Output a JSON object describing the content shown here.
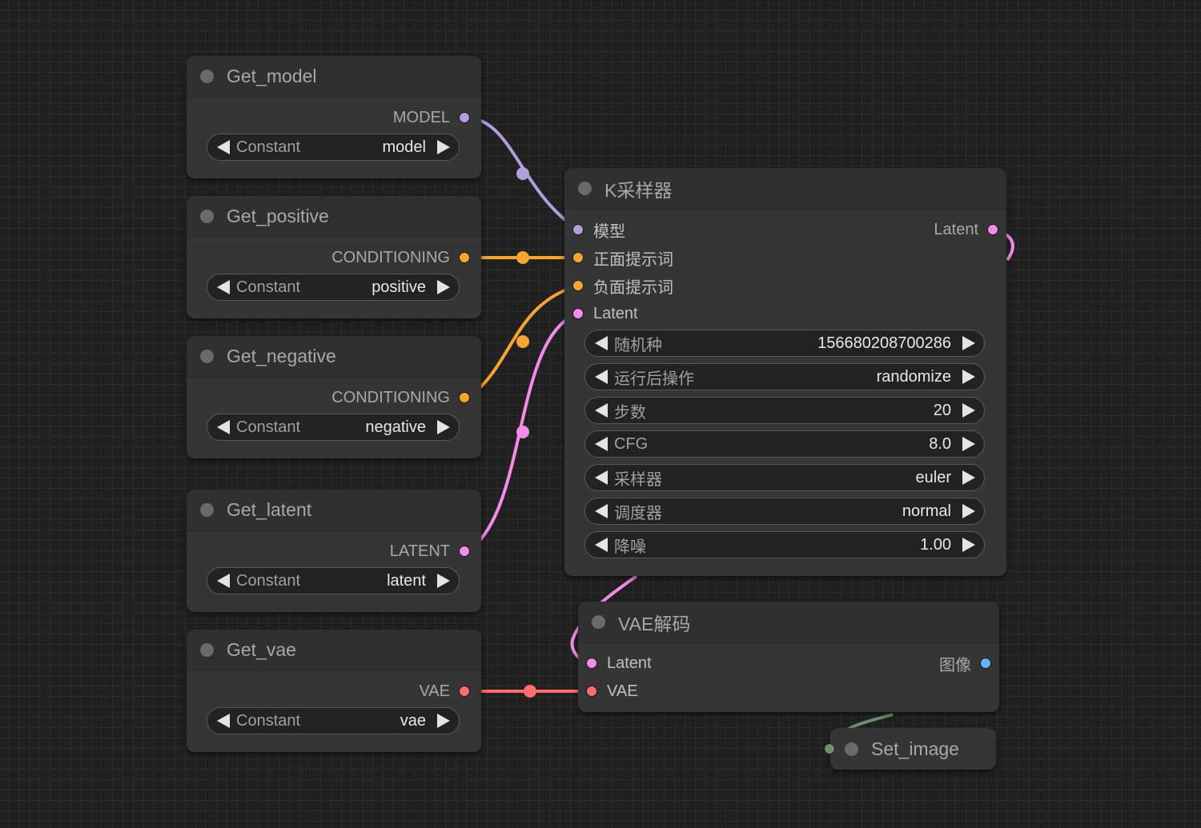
{
  "colors": {
    "model": "#b39ddb",
    "conditioning": "#f7a52f",
    "latent": "#f38bea",
    "vae": "#ff6e6e",
    "image": "#64b5f6",
    "set_image": "#6f8f6f"
  },
  "get_nodes": [
    {
      "title": "Get_model",
      "output": "MODEL",
      "widget_label": "Constant",
      "widget_value": "model"
    },
    {
      "title": "Get_positive",
      "output": "CONDITIONING",
      "widget_label": "Constant",
      "widget_value": "positive"
    },
    {
      "title": "Get_negative",
      "output": "CONDITIONING",
      "widget_label": "Constant",
      "widget_value": "negative"
    },
    {
      "title": "Get_latent",
      "output": "LATENT",
      "widget_label": "Constant",
      "widget_value": "latent"
    },
    {
      "title": "Get_vae",
      "output": "VAE",
      "widget_label": "Constant",
      "widget_value": "vae"
    }
  ],
  "ksampler": {
    "title": "K采样器",
    "inputs": [
      "模型",
      "正面提示词",
      "负面提示词",
      "Latent"
    ],
    "output": "Latent",
    "widgets": [
      {
        "label": "随机种",
        "value": "156680208700286"
      },
      {
        "label": "运行后操作",
        "value": "randomize"
      },
      {
        "label": "步数",
        "value": "20"
      },
      {
        "label": "CFG",
        "value": "8.0"
      },
      {
        "label": "采样器",
        "value": "euler"
      },
      {
        "label": "调度器",
        "value": "normal"
      },
      {
        "label": "降噪",
        "value": "1.00"
      }
    ]
  },
  "vae_decode": {
    "title": "VAE解码",
    "inputs": [
      "Latent",
      "VAE"
    ],
    "output": "图像"
  },
  "set_image": {
    "title": "Set_image"
  }
}
